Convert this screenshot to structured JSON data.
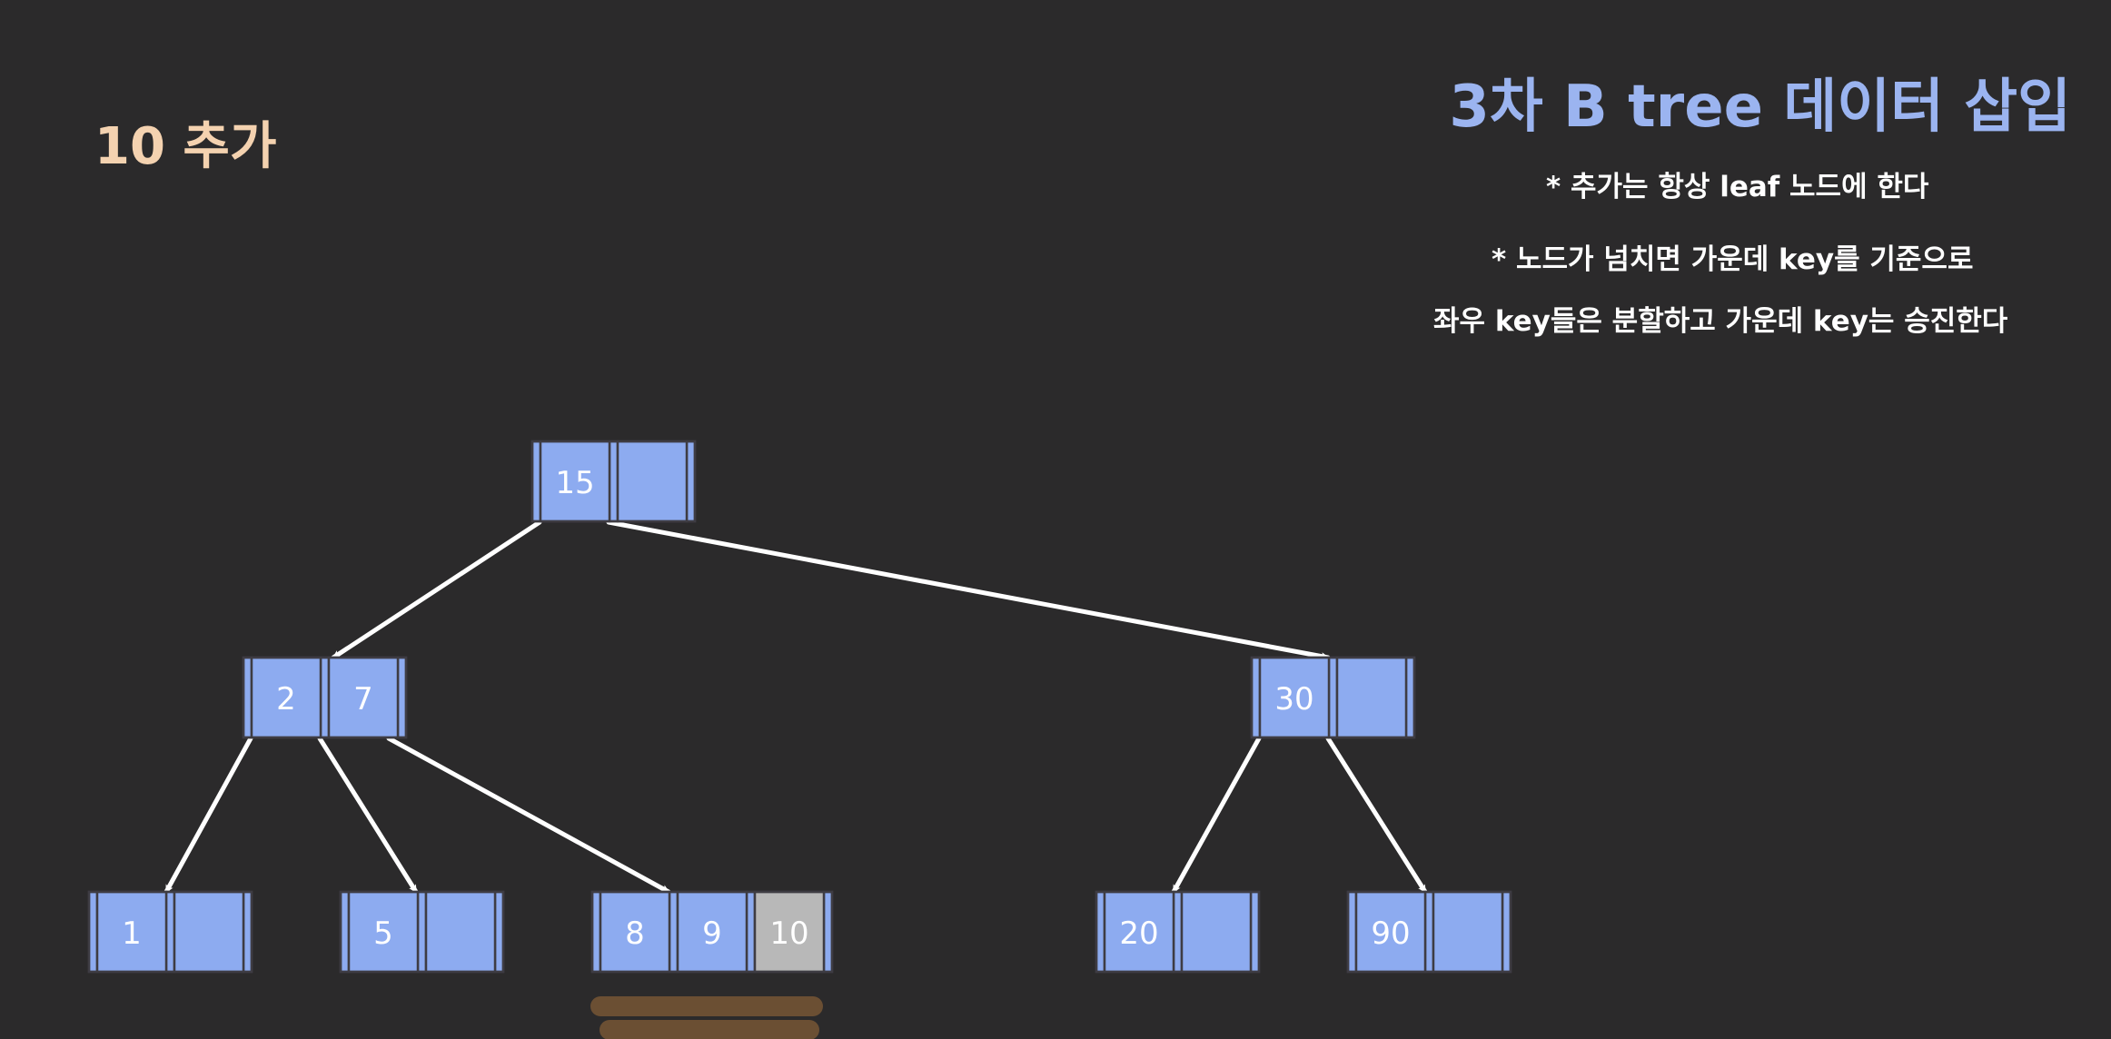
{
  "step_label": "10 추가",
  "title": "3차 B tree 데이터 삽입",
  "notes": [
    "* 추가는 항상 leaf 노드에 한다",
    "* 노드가 넘치면 가운데 key를 기준으로",
    "좌우 key들은 분할하고 가운데 key는 승진한다"
  ],
  "colors": {
    "background": "#2b2a2b",
    "node_fill": "#8dabf0",
    "node_border": "#3e3c43",
    "overflow_key_fill": "#b8b8b8",
    "edge": "#ffffff",
    "title": "#9bb4f0",
    "step_label": "#f4d2b0",
    "highlight_bar": "#6b4f33"
  },
  "tree": {
    "nodes": [
      {
        "id": "root",
        "keys": [
          "15",
          ""
        ]
      },
      {
        "id": "left",
        "keys": [
          "2",
          "7"
        ]
      },
      {
        "id": "right",
        "keys": [
          "30",
          ""
        ]
      },
      {
        "id": "leaf-1",
        "keys": [
          "1",
          ""
        ]
      },
      {
        "id": "leaf-5",
        "keys": [
          "5",
          ""
        ]
      },
      {
        "id": "leaf-8-9-10",
        "keys": [
          "8",
          "9",
          "10"
        ],
        "overflow_index": 2
      },
      {
        "id": "leaf-20",
        "keys": [
          "20",
          ""
        ]
      },
      {
        "id": "leaf-90",
        "keys": [
          "90",
          ""
        ]
      }
    ],
    "edges": [
      {
        "from": "root",
        "to": "left"
      },
      {
        "from": "root",
        "to": "right"
      },
      {
        "from": "left",
        "to": "leaf-1"
      },
      {
        "from": "left",
        "to": "leaf-5"
      },
      {
        "from": "left",
        "to": "leaf-8-9-10"
      },
      {
        "from": "right",
        "to": "leaf-20"
      },
      {
        "from": "right",
        "to": "leaf-90"
      }
    ]
  }
}
